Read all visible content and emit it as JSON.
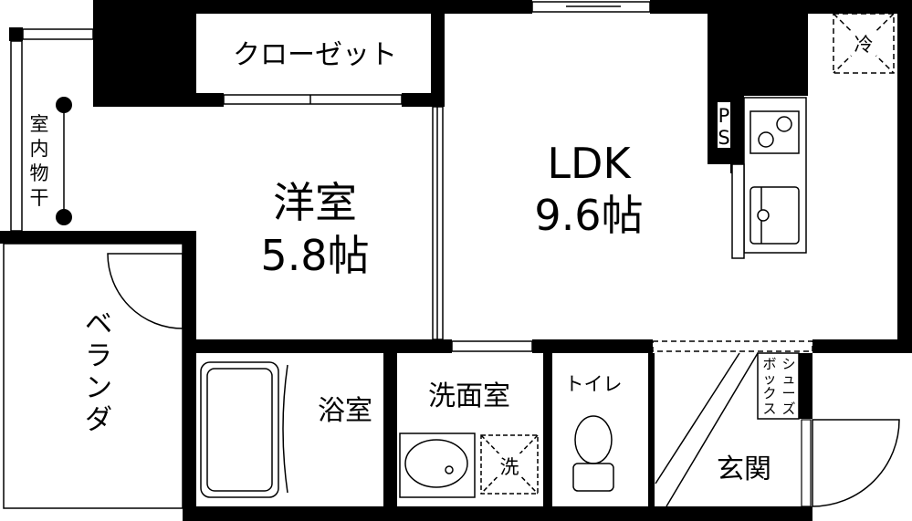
{
  "rooms": {
    "closet": "クローゼット",
    "western_room": {
      "name": "洋室",
      "size": "5.8帖"
    },
    "ldk": {
      "name": "LDK",
      "size": "9.6帖"
    },
    "bath": "浴室",
    "washroom": "洗面室",
    "toilet": "トイレ",
    "entrance": "玄関",
    "balcony": [
      "ベ",
      "ラ",
      "ン",
      "ダ"
    ],
    "indoor_drying": [
      "室",
      "内",
      "物",
      "干"
    ],
    "pipe_space": [
      "P",
      "S"
    ],
    "shoe_box": {
      "col1": [
        "シ",
        "ュ",
        "ー",
        "ズ"
      ],
      "col2": [
        "ボ",
        "ッ",
        "ク",
        "ス"
      ]
    }
  },
  "fixtures": {
    "fridge": "冷",
    "washer": "洗"
  },
  "colors": {
    "wall": "#000000",
    "floor": "#ffffff"
  }
}
